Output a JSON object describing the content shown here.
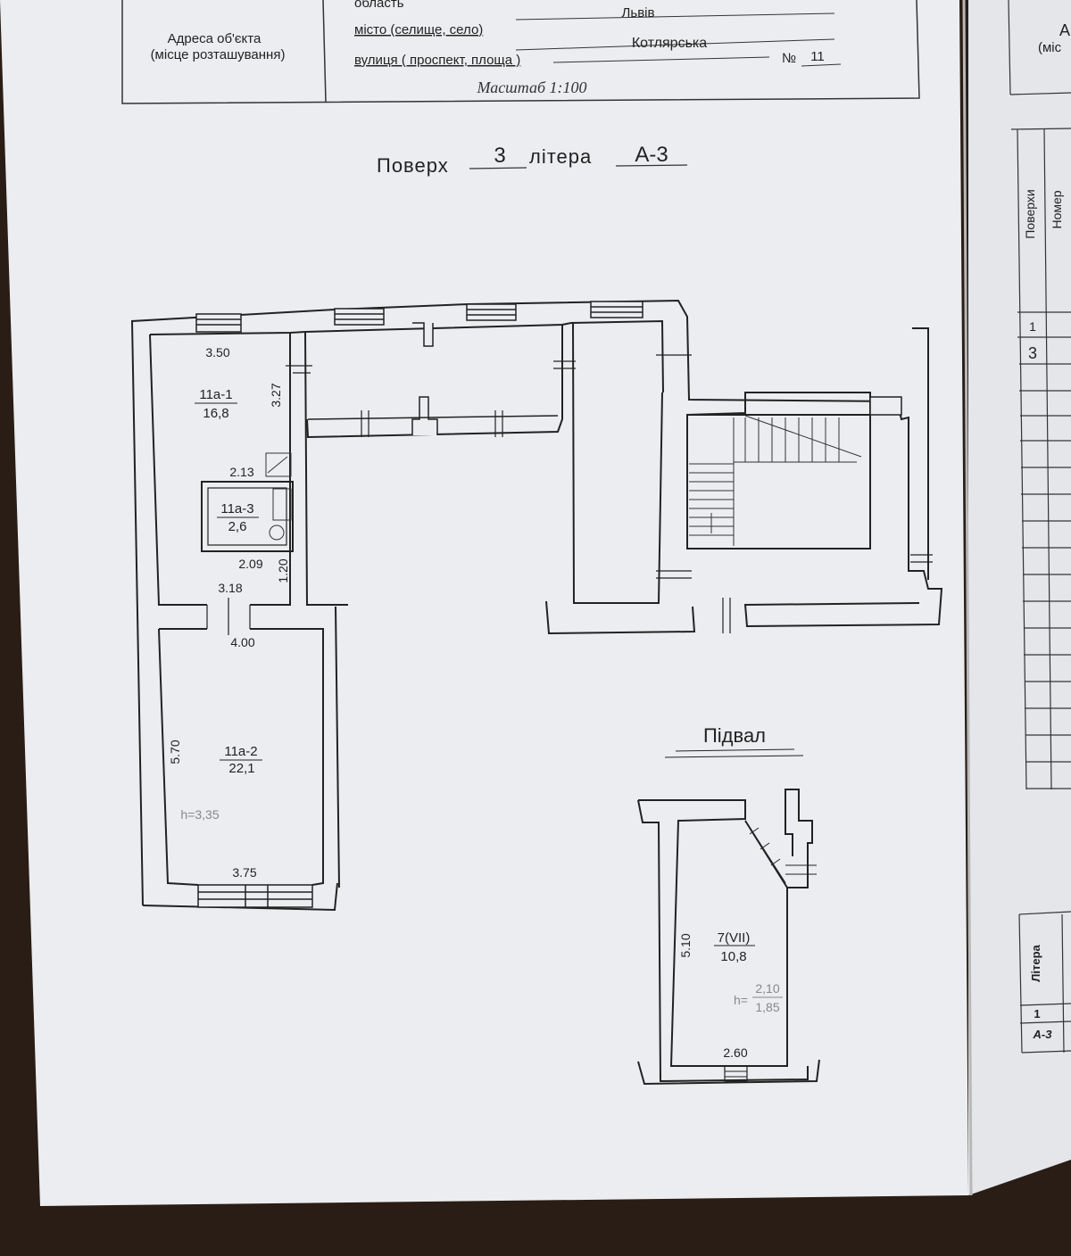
{
  "header": {
    "address_label_line1": "Адреса об'єкта",
    "address_label_line2": "(місце розташування)",
    "oblast_label": "область",
    "city_label": "місто (селище, село)",
    "city_value": "Львів",
    "street_label": "вулиця ( проспект, площа )",
    "street_value": "Котлярська",
    "number_label": "№",
    "number_value": "11",
    "scale": "Масштаб 1:100"
  },
  "floor_title": {
    "floor_label": "Поверх",
    "floor_value": "3",
    "letter_label": "літера",
    "letter_value": "А-3"
  },
  "rooms": [
    {
      "id": "11а-1",
      "area": "16,8"
    },
    {
      "id": "11а-3",
      "area": "2,6"
    },
    {
      "id": "11а-2",
      "area": "22,1"
    }
  ],
  "dimensions": {
    "d1": "3.50",
    "d2": "3.27",
    "d3": "2.13",
    "d4": "2.09",
    "d5": "1.20",
    "d6": "3.18",
    "d7": "4.00",
    "d8": "5.70",
    "d9": "3.75"
  },
  "height_note": "h=3,35",
  "basement": {
    "title": "Підвал",
    "room_id": "7(VII)",
    "room_area": "10,8",
    "dim_height": "5.10",
    "dim_width": "2.60",
    "h_prefix": "h=",
    "h_top": "2,10",
    "h_bottom": "1,85"
  },
  "right_page": {
    "top_partial_a": "А",
    "top_partial_mis": "(міс",
    "col_floors": "Поверхи",
    "col_number": "Номер",
    "row1": "1",
    "row2": "3",
    "lower_col": "Літера",
    "lower_row1": "1",
    "lower_row2": "А-3"
  }
}
